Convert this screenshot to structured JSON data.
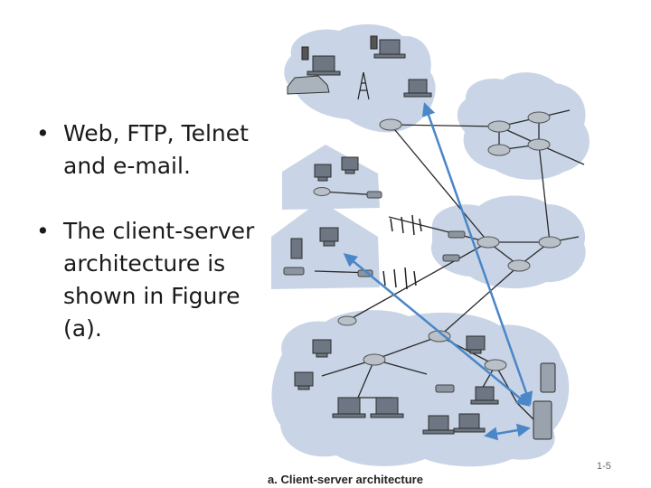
{
  "slide": {
    "bullets": [
      "Web, FTP, Telnet and e-mail.",
      "The client-server architecture is shown in Figure (a)."
    ],
    "caption": "a. Client-server architecture",
    "slide_number": "1-5"
  },
  "colors": {
    "cloud": "#c9d5e6",
    "link": "#2a2a2a",
    "arrow": "#4a86c8",
    "router": "#b9c0c8"
  }
}
